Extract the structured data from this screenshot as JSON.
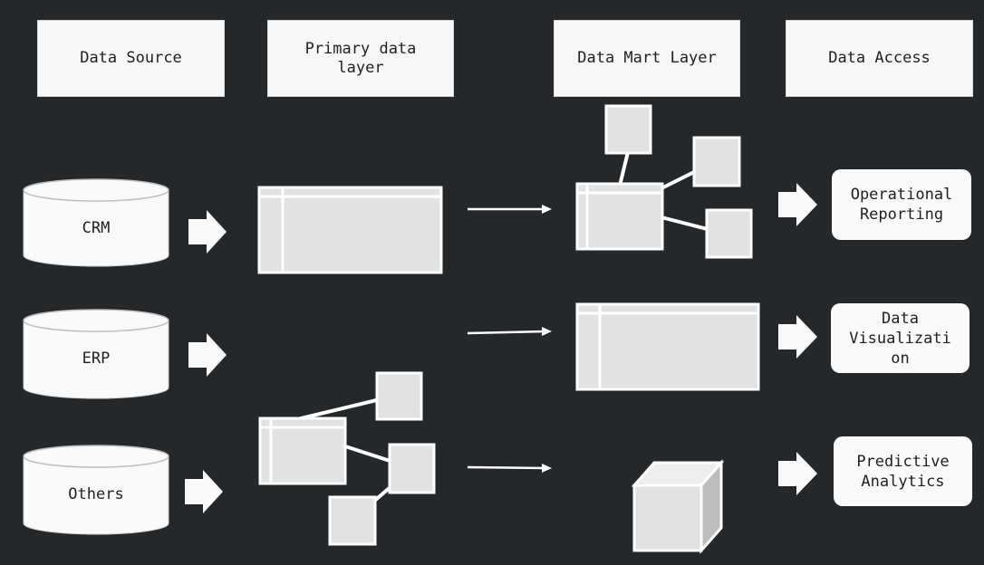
{
  "diagram": {
    "headers": {
      "data_source": "Data Source",
      "primary_data_layer": "Primary data\nlayer",
      "data_mart_layer": "Data Mart Layer",
      "data_access": "Data Access"
    },
    "sources": [
      "CRM",
      "ERP",
      "Others"
    ],
    "access": [
      "Operational\nReporting",
      "Data\nVisualizati\non",
      "Predictive\nAnalytics"
    ]
  },
  "colors": {
    "background": "#25282a",
    "shape_fill": "#e2e2e2",
    "shape_stroke": "#ffffff",
    "box_fill": "#f7f7f7",
    "text": "#1f1f1f"
  },
  "icons": [
    "cylinder-icon",
    "right-arrow-icon",
    "table-icon",
    "schema-icon",
    "cube-icon"
  ]
}
